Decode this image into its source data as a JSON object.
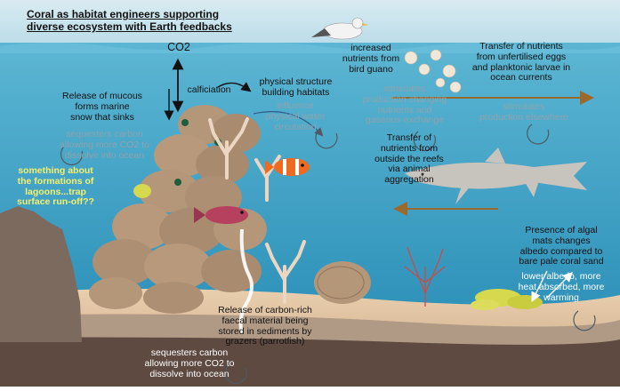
{
  "title": "Coral as habitat engineers supporting\ndiverse  ecosystem with Earth feedbacks",
  "colors": {
    "sky": "#c9e0ea",
    "water_top": "#5cb6d3",
    "water_bottom": "#2b8fb7",
    "sediment": "#b8a48f",
    "sand": "#e8c9a6",
    "rock": "#7c6a5f",
    "bedrock": "#5e4a41",
    "coral": "#b49679",
    "arrow_brown": "#9a6a2c"
  },
  "labels": {
    "co2": "CO2",
    "calcification": "calficiation",
    "mucous": "Release of mucous\nforms marine\nsnow that sinks",
    "sequesters_top": "sequesters carbon\nallowing more CO2 to\ndissolve into ocean",
    "physical_structure": "physical structure\nbuilding habitats",
    "influence_water": "influence\nphysical water\ncirculation",
    "bird_guano": "increased\nnutrients from\nbird guano",
    "stimulates_production": "stimulates\nproduction changing\nnutrients and\ngaseous exchange",
    "transfer_eggs": "Transfer of nutrients\nfrom unfertilised eggs\nand planktonic larvae in\nocean currents",
    "stimulates_elsewhere": "stimulates\nproduction elsewhere",
    "transfer_outside": "Transfer of\nnutrients from\noutside the reefs\nvia animal\naggregation",
    "lagoons": "something about\nthe formations of\nlagoons...trap\nsurface run-off??",
    "algal_mats": "Presence of algal\nmats changes\nalbedo compared to\nbare pale coral sand",
    "lower_albedo": "lower albedo, more\nheat absorbed, more\nwarming",
    "faecal": "Release of carbon-rich\nfaecal material being\nstored in sediments by\ngrazers (parrotfish)",
    "sequesters_bottom": "sequesters carbon\nallowing more CO2 to\ndissolve into ocean"
  },
  "icons": [
    "seagull-icon",
    "clownfish-icon",
    "parrotfish-icon",
    "shark-icon",
    "egg-cluster-icon",
    "coral-head-icon",
    "branching-coral-icon",
    "sea-fan-icon",
    "algal-mat-icon"
  ]
}
